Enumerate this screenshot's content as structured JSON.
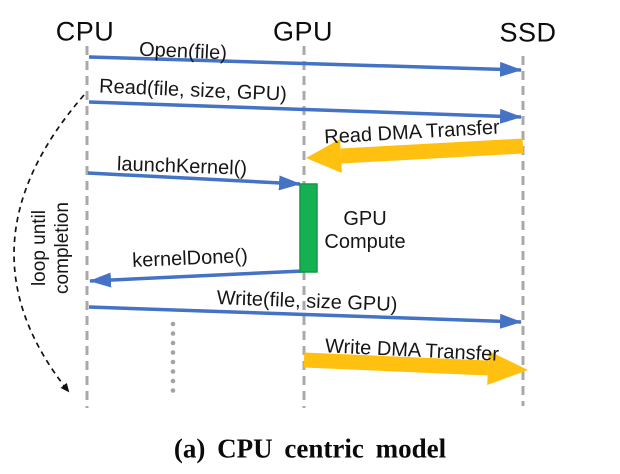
{
  "diagram": {
    "caption": "(a) CPU centric model",
    "actors": [
      {
        "name": "CPU"
      },
      {
        "name": "GPU"
      },
      {
        "name": "SSD"
      }
    ],
    "messages": {
      "open": "Open(file)",
      "read": "Read(file, size, GPU)",
      "read_dma": "Read DMA Transfer",
      "launch_kernel": "launchKernel()",
      "kernel_done": "kernelDone()",
      "write": "Write(file, size GPU)",
      "write_dma": "Write DMA Transfer"
    },
    "gpu_compute": {
      "line1": "GPU",
      "line2": "Compute"
    },
    "loop_note": {
      "line1": "loop until",
      "line2": "completion"
    },
    "colors": {
      "arrow_blue": "#4472C4",
      "dma_yellow": "#FFC010",
      "compute_green": "#14B051",
      "lifeline_gray": "#A9A9A9"
    }
  }
}
